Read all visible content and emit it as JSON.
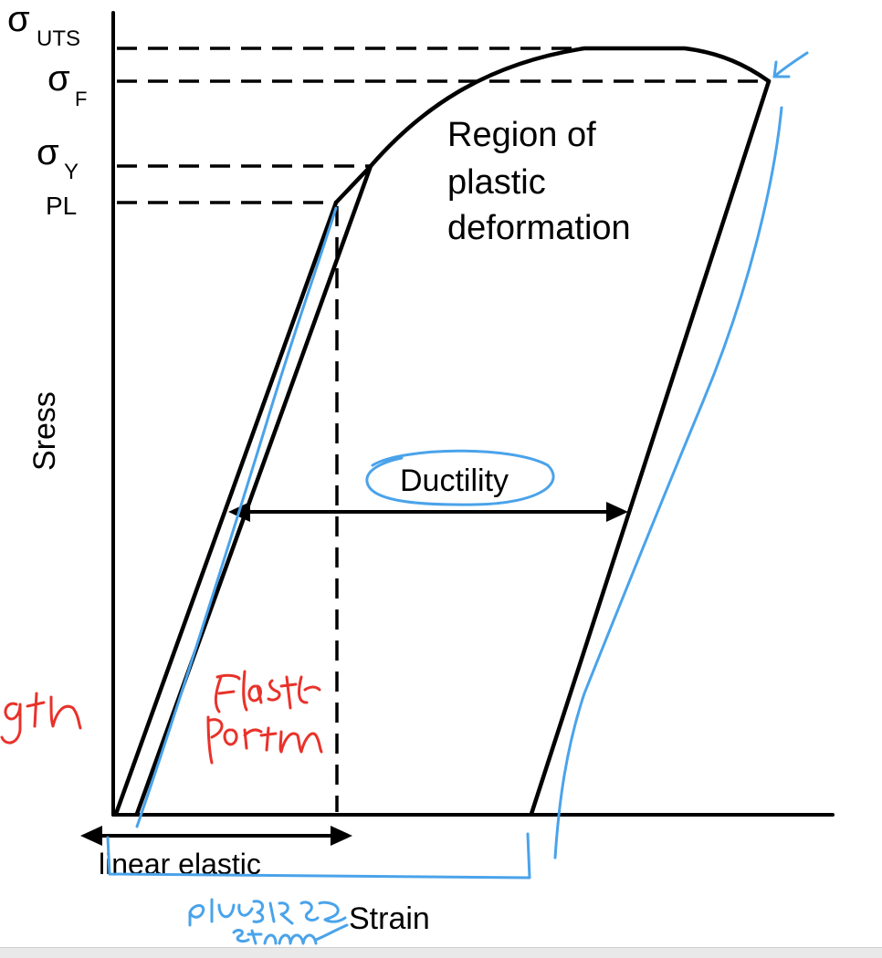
{
  "labels": {
    "sigma": "σ",
    "uts_sub": "UTS",
    "f_sub": "F",
    "y_sub": "Y",
    "pl": "PL",
    "y_axis": "Sress",
    "x_axis": "Strain",
    "region_line1": "Region of",
    "region_line2": "plastic",
    "region_line3": "deformation",
    "ductility": "Ductility",
    "linear_elastic": "linear elastic"
  },
  "colors": {
    "ink": "#000000",
    "annotation_blue": "#4aa3ea",
    "annotation_red": "#e8322a"
  }
}
